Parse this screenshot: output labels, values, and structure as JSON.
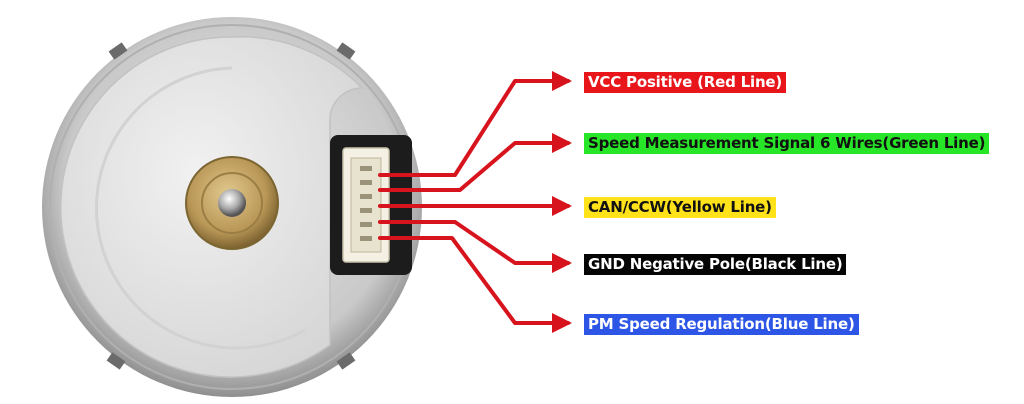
{
  "labels": [
    {
      "text": "VCC Positive (Red Line)",
      "bg": "#e8151b",
      "fg": "#ffffff",
      "wire": "#d7141d"
    },
    {
      "text": "Speed Measurement Signal 6 Wires(Green Line)",
      "bg": "#27e627",
      "fg": "#111111",
      "wire": "#d7141d"
    },
    {
      "text": "CAN/CCW(Yellow Line)",
      "bg": "#ffe21a",
      "fg": "#111111",
      "wire": "#d7141d"
    },
    {
      "text": "GND Negative Pole(Black Line)",
      "bg": "#050505",
      "fg": "#ffffff",
      "wire": "#d7141d"
    },
    {
      "text": "PM Speed Regulation(Blue Line)",
      "bg": "#2d56e6",
      "fg": "#ffffff",
      "wire": "#d7141d"
    }
  ],
  "colors": {
    "arrow": "#d7141d",
    "housing_rim": "#9c9c9c",
    "housing_face": "#e4e4e4",
    "hub_brass": "#b89656"
  }
}
